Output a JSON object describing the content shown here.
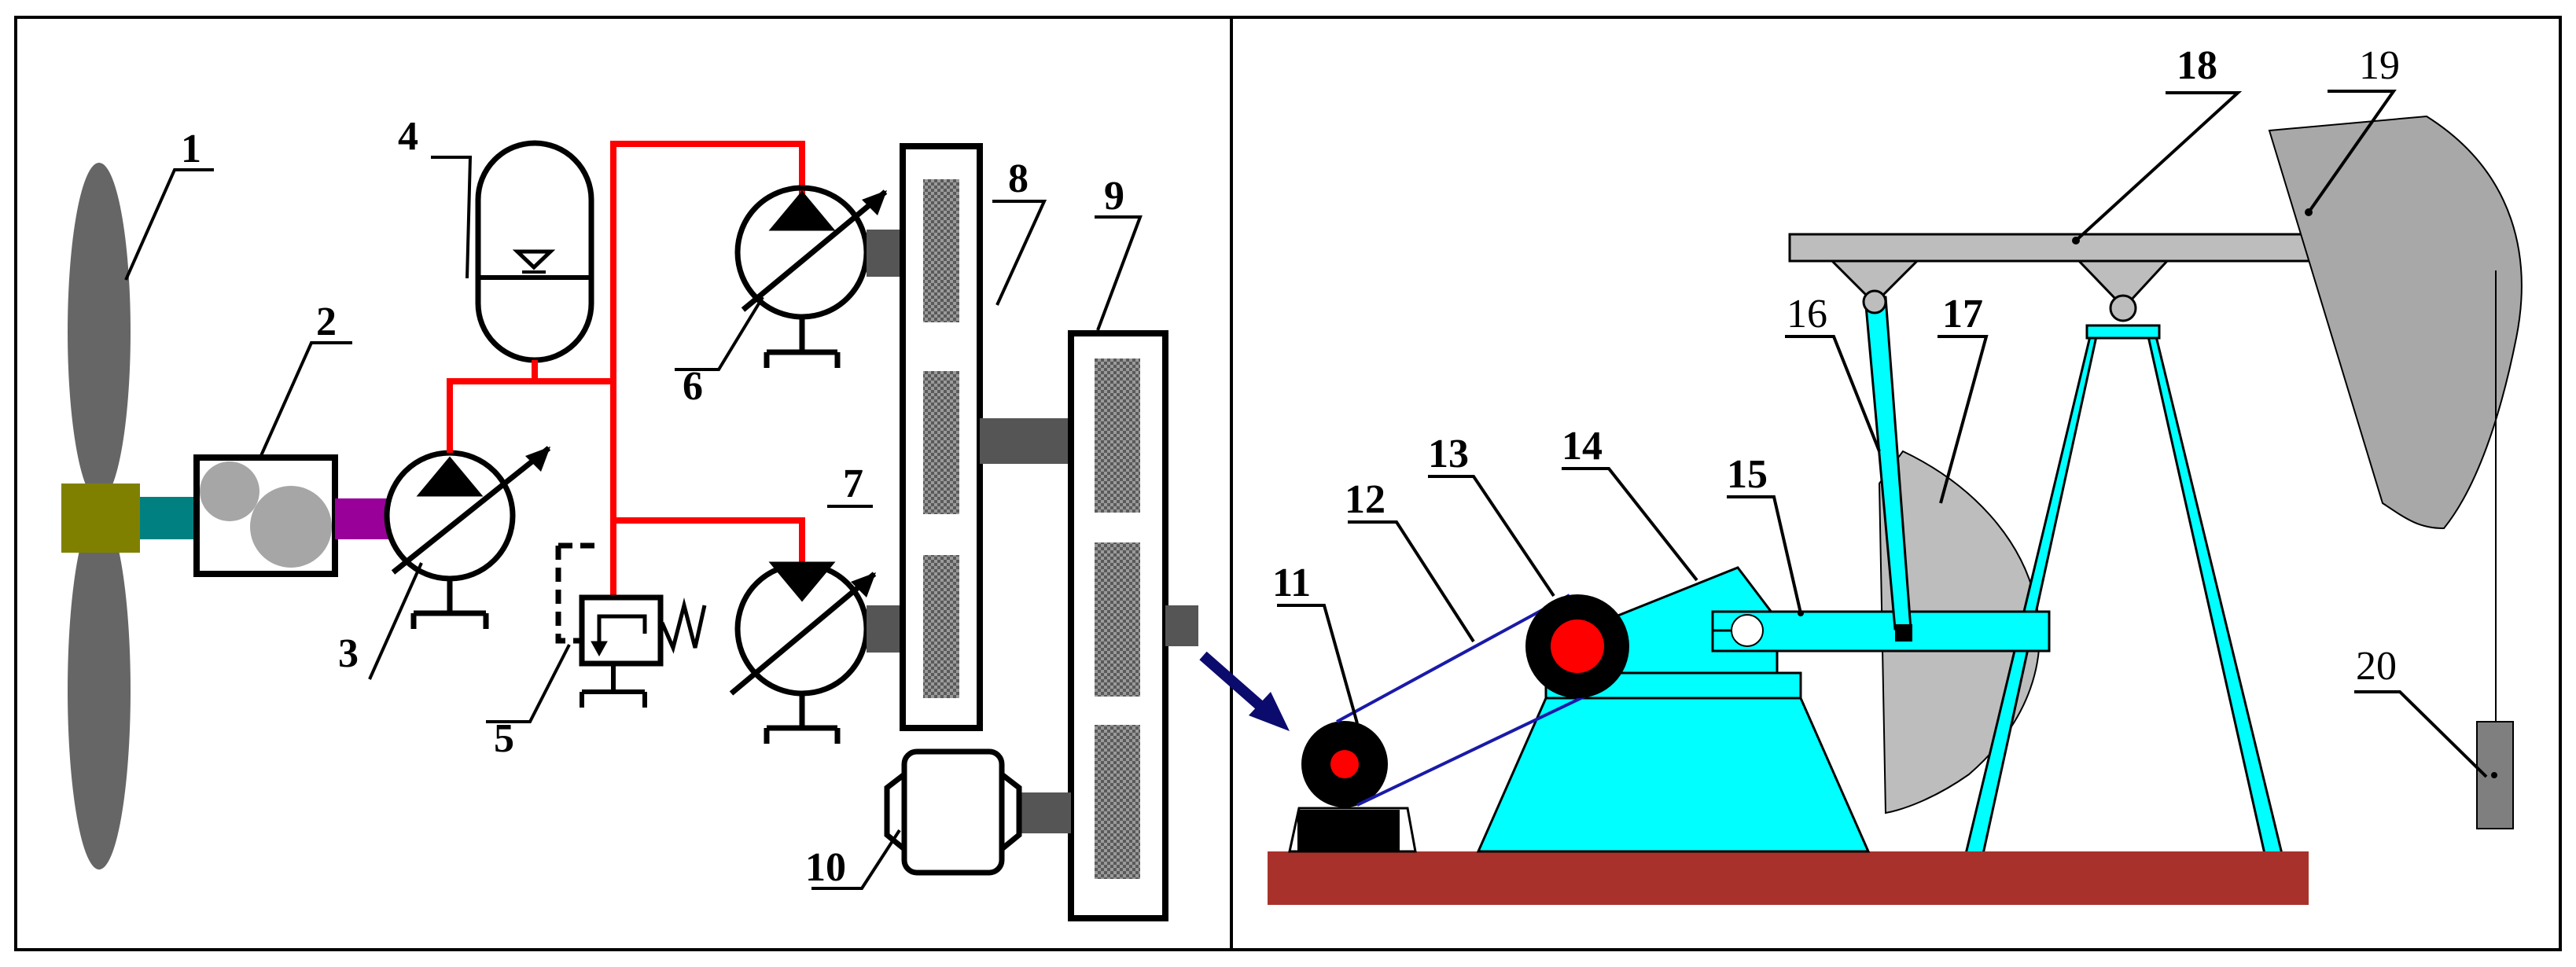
{
  "labels": {
    "n1": "1",
    "n2": "2",
    "n3": "3",
    "n4": "4",
    "n5": "5",
    "n6": "6",
    "n7": "7",
    "n8": "8",
    "n9": "9",
    "n10": "10",
    "n11": "11",
    "n12": "12",
    "n13": "13",
    "n14": "14",
    "n15": "15",
    "n16": "16",
    "n17": "17",
    "n18": "18",
    "n19": "19",
    "n20": "20"
  },
  "colors": {
    "hydraulic_line": "#ff0000",
    "pump_jack_body": "#00ffff",
    "base": "#a8322b",
    "belt": "#1a1aa8",
    "arrow": "#0b0b6e",
    "shaft": "#555555",
    "blade": "#666666",
    "hub": "#808000",
    "coupling_a": "#008080",
    "coupling_b": "#990099",
    "counterweight": "#bdbdbd",
    "horsehead": "#a8a8a8"
  }
}
